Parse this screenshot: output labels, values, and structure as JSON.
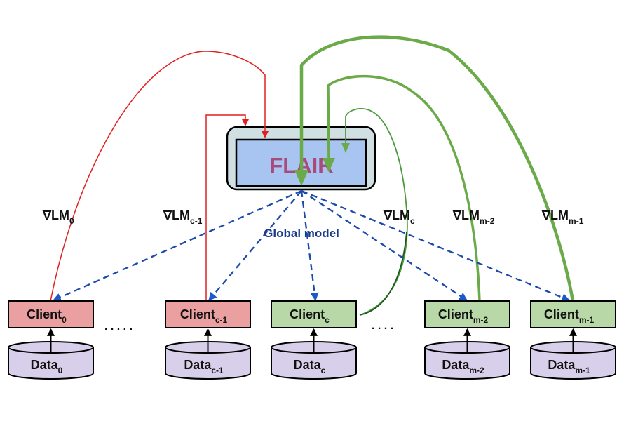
{
  "server": {
    "label": "FLAIR",
    "outer_fill": "#cfdfe2",
    "inner_fill": "#a8c4f0",
    "text_color": "#a84a7a"
  },
  "broadcast_label": "Global model",
  "colors": {
    "red_client_fill": "#eaa0a0",
    "green_client_fill": "#b8d8a8",
    "data_fill": "#d8d0ea",
    "red_arrow": "#e02020",
    "green_arrow": "#6aaa48",
    "dark_green_arrow": "#1e5a1e",
    "dashed_blue": "#1a4aaa",
    "label_blue": "#1c3a8a"
  },
  "clients": [
    {
      "name": "Client",
      "sub": "0",
      "data_name": "Data",
      "data_sub": "0",
      "state": "red",
      "grad": "∇LM",
      "grad_sub": "0"
    },
    {
      "name": "Client",
      "sub": "c-1",
      "data_name": "Data",
      "data_sub": "c-1",
      "state": "red",
      "grad": "∇LM",
      "grad_sub": "c-1"
    },
    {
      "name": "Client",
      "sub": "c",
      "data_name": "Data",
      "data_sub": "c",
      "state": "green",
      "grad": "∇LM",
      "grad_sub": "c"
    },
    {
      "name": "Client",
      "sub": "m-2",
      "data_name": "Data",
      "data_sub": "m-2",
      "state": "green",
      "grad": "∇LM",
      "grad_sub": "m-2"
    },
    {
      "name": "Client",
      "sub": "m-1",
      "data_name": "Data",
      "data_sub": "m-1",
      "state": "green",
      "grad": "∇LM",
      "grad_sub": "m-1"
    }
  ],
  "ellipsis": [
    ". . . . .",
    ". . . ."
  ]
}
